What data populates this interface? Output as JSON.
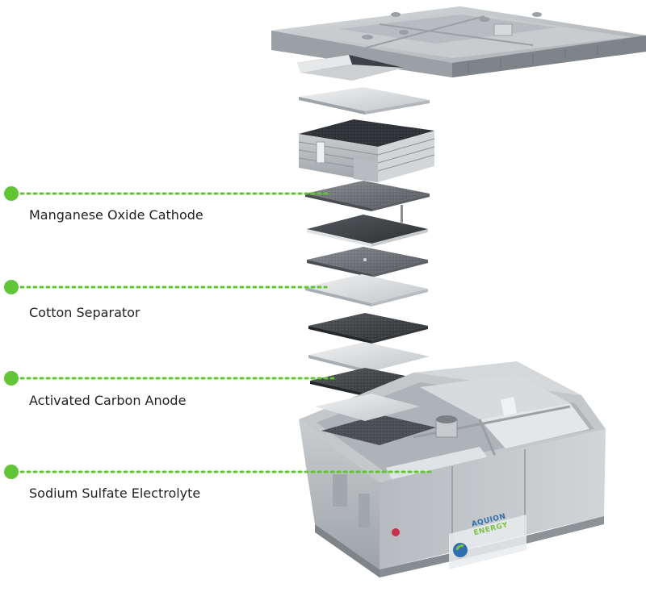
{
  "callouts": [
    {
      "label": "Manganese Oxide Cathode"
    },
    {
      "label": "Cotton Separator"
    },
    {
      "label": "Activated Carbon Anode"
    },
    {
      "label": "Sodium Sulfate Electrolyte"
    }
  ],
  "logo": {
    "line1": "AQUION",
    "line2": "ENERGY"
  },
  "colors": {
    "callout_green": "#62c437",
    "housing_grey": "#bfc3c6",
    "dark_layer": "#3b3e42",
    "mid_layer": "#6d7175",
    "light_layer": "#dcdfe1"
  }
}
